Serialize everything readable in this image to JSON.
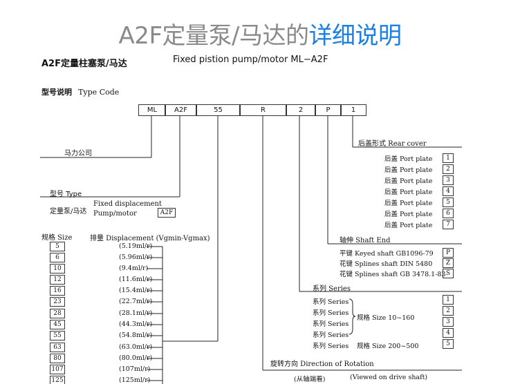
{
  "banner": {
    "gray": "A2F定量泵/马达的",
    "blue": "详细说明"
  },
  "header": {
    "cn_title": "A2F定量柱塞泵/马达",
    "en_title": "Fixed pistion pump/motor ML−A2F"
  },
  "type_code": {
    "cn": "型号说明",
    "en": "Type Code"
  },
  "code": [
    "ML",
    "A2F",
    "55",
    "R",
    "2",
    "P",
    "1"
  ],
  "labels": {
    "company": "马力公司",
    "type": "型号 Type",
    "fixed_cn": "定量泵/马达",
    "fixed_en1": "Fixed displacement",
    "fixed_en2": "Pump/motor",
    "fixed_box": "A2F",
    "size_hdr": "规格 Size",
    "disp_hdr": "排量 Displacement (Vgmin-Vgmax)",
    "rear_cover": "后盖形式 Rear cover",
    "shaft_end": "轴伸 Shaft End",
    "series": "系列 Series",
    "rotation": "旋转方向 Direction of Rotation",
    "view_cn": "(从轴端看)",
    "view_en": "(Viewed on drive shaft)",
    "series_range1": "规格 Size 10~160",
    "series_range2": "规格 Size 200~500"
  },
  "sizes": [
    "5",
    "6",
    "10",
    "12",
    "16",
    "23",
    "28",
    "45",
    "55",
    "63",
    "80",
    "107",
    "125"
  ],
  "displacements": [
    "(5.19ml/r)",
    "(5.96ml/r)",
    "(9.4ml/r)",
    "(11.6ml/r)",
    "(15.4ml/r)",
    "(22.7ml/r)",
    "(28.1ml/r)",
    "(44.3ml/r)",
    "(54.8ml/r)",
    "(63.0ml/r)",
    "(80.0ml/r)",
    "(107ml/r)",
    "(125ml/r)"
  ],
  "rear_cover": [
    {
      "cn": "后盖",
      "en": "Port plate",
      "code": "1"
    },
    {
      "cn": "后盖",
      "en": "Port plate",
      "code": "2"
    },
    {
      "cn": "后盖",
      "en": "Port plate",
      "code": "3"
    },
    {
      "cn": "后盖",
      "en": "Port plate",
      "code": "4"
    },
    {
      "cn": "后盖",
      "en": "Port plate",
      "code": "5"
    },
    {
      "cn": "后盖",
      "en": "Port plate",
      "code": "6"
    },
    {
      "cn": "后盖",
      "en": "Port plate",
      "code": "7"
    }
  ],
  "shaft": [
    {
      "cn": "平键",
      "en": "Keyed shaft GB1096-79",
      "code": "P"
    },
    {
      "cn": "花键",
      "en": "Splines shaft DIN 5480",
      "code": "Z"
    },
    {
      "cn": "花键",
      "en": "Splines shaft GB 3478.1-83",
      "code": "S"
    }
  ],
  "series": [
    {
      "cn": "系列",
      "en": "Series",
      "code": "1"
    },
    {
      "cn": "系列",
      "en": "Series",
      "code": "2"
    },
    {
      "cn": "系列",
      "en": "Series",
      "code": "3"
    },
    {
      "cn": "系列",
      "en": "Series",
      "code": "4"
    },
    {
      "cn": "系列",
      "en": "Series",
      "code": "5"
    }
  ]
}
